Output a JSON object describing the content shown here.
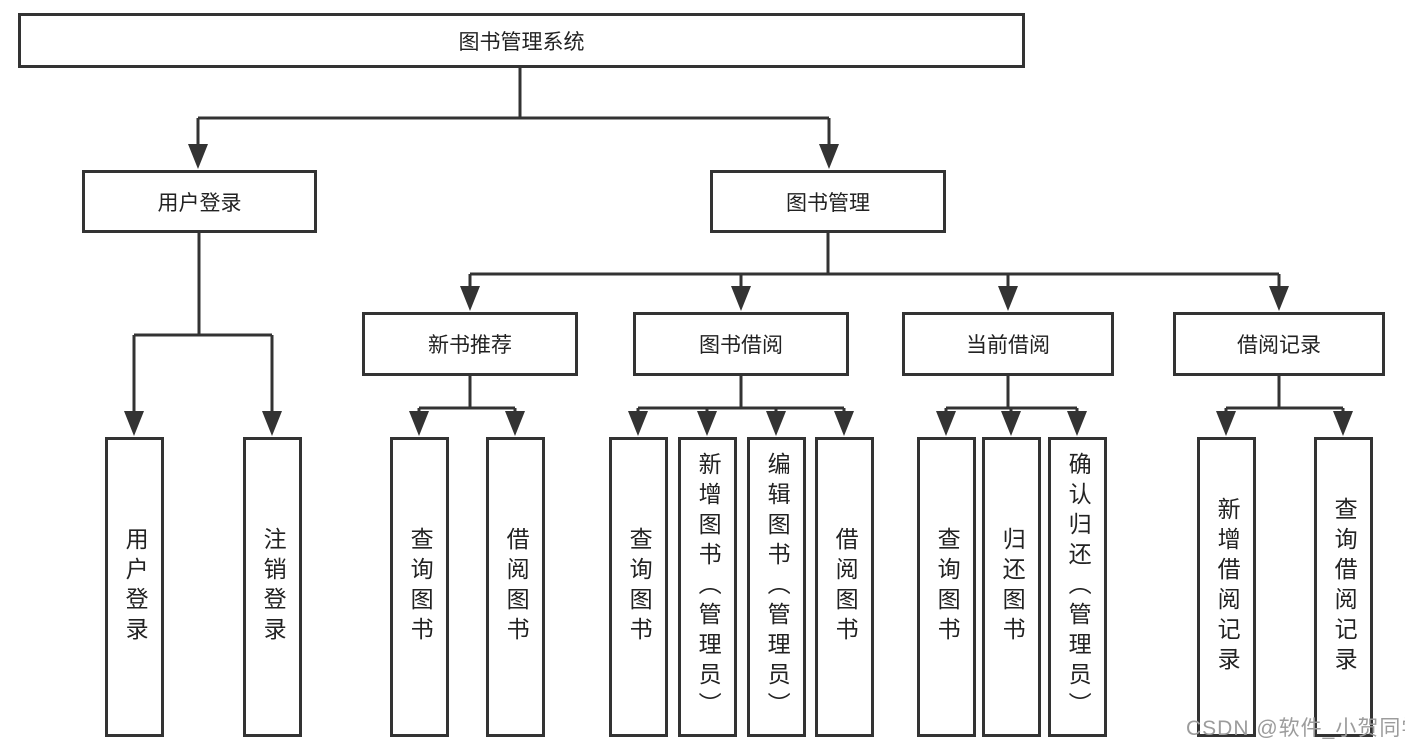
{
  "diagram_title": "图书管理系统",
  "tree": {
    "root": "图书管理系统",
    "children": [
      {
        "label": "用户登录",
        "children": [
          {
            "label": "用户登录"
          },
          {
            "label": "注销登录"
          }
        ]
      },
      {
        "label": "图书管理",
        "children": [
          {
            "label": "新书推荐",
            "children": [
              {
                "label": "查询图书"
              },
              {
                "label": "借阅图书"
              }
            ]
          },
          {
            "label": "图书借阅",
            "children": [
              {
                "label": "查询图书"
              },
              {
                "label": "新增图书（管理员）"
              },
              {
                "label": "编辑图书（管理员）"
              },
              {
                "label": "借阅图书"
              }
            ]
          },
          {
            "label": "当前借阅",
            "children": [
              {
                "label": "查询图书"
              },
              {
                "label": "归还图书"
              },
              {
                "label": "确认归还（管理员）"
              }
            ]
          },
          {
            "label": "借阅记录",
            "children": [
              {
                "label": "新增借阅记录"
              },
              {
                "label": "查询借阅记录"
              }
            ]
          }
        ]
      }
    ]
  },
  "watermark": {
    "text": "CSDN @软件_小贺同学"
  },
  "colors": {
    "line": "#333333",
    "box_border": "#333333",
    "text": "#222222",
    "watermark": "#9c9c9c",
    "background": "#ffffff"
  }
}
